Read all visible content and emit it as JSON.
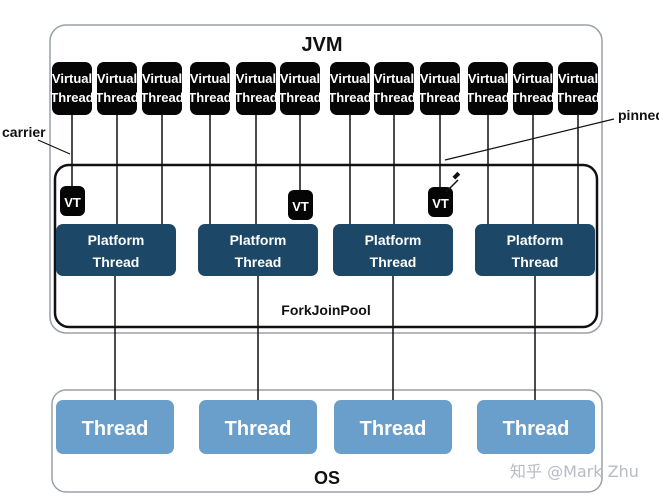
{
  "jvm": {
    "title": "JVM"
  },
  "virtual_threads": [
    {
      "line1": "Virtual",
      "line2": "Thread"
    },
    {
      "line1": "Virtual",
      "line2": "Thread"
    },
    {
      "line1": "Virtual",
      "line2": "Thread"
    },
    {
      "line1": "Virtual",
      "line2": "Thread"
    },
    {
      "line1": "Virtual",
      "line2": "Thread"
    },
    {
      "line1": "Virtual",
      "line2": "Thread"
    },
    {
      "line1": "Virtual",
      "line2": "Thread"
    },
    {
      "line1": "Virtual",
      "line2": "Thread"
    },
    {
      "line1": "Virtual",
      "line2": "Thread"
    },
    {
      "line1": "Virtual",
      "line2": "Thread"
    },
    {
      "line1": "Virtual",
      "line2": "Thread"
    },
    {
      "line1": "Virtual",
      "line2": "Thread"
    }
  ],
  "vt_badges": [
    "VT",
    "VT",
    "VT"
  ],
  "platform_threads": [
    {
      "line1": "Platform",
      "line2": "Thread"
    },
    {
      "line1": "Platform",
      "line2": "Thread"
    },
    {
      "line1": "Platform",
      "line2": "Thread"
    },
    {
      "line1": "Platform",
      "line2": "Thread"
    }
  ],
  "forkjoinpool": {
    "label": "ForkJoinPool"
  },
  "os": {
    "label": "OS"
  },
  "os_threads": [
    "Thread",
    "Thread",
    "Thread",
    "Thread"
  ],
  "annotations": {
    "carrier": "carrier",
    "pinned": "pinned"
  },
  "watermark": "知乎 @Mark Zhu",
  "colors": {
    "virtual_thread": "#050505",
    "platform_thread": "#1c4766",
    "os_thread": "#6b9fcb",
    "border": "#9aa0a8"
  }
}
